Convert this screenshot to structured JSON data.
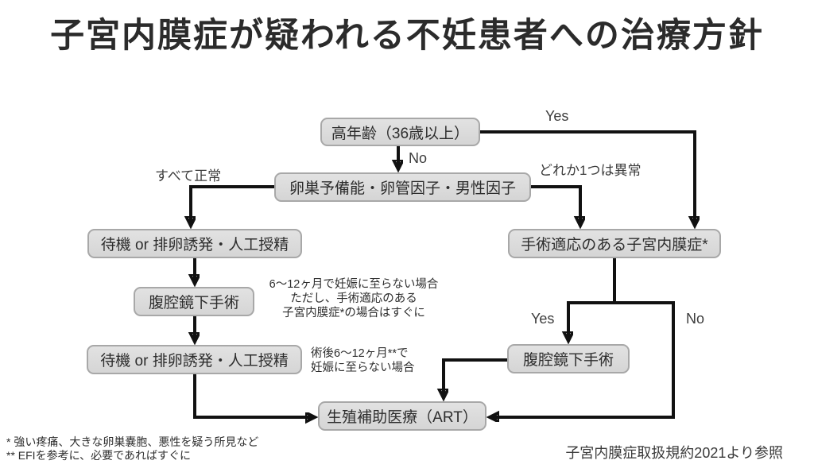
{
  "title": "子宮内膜症が疑われる不妊患者への治療方針",
  "nodes": {
    "age": {
      "label": "高年齢（36歳以上）"
    },
    "factors": {
      "label": "卵巣予備能・卵管因子・男性因子"
    },
    "wait_first": {
      "label": "待機 or 排卵誘発・人工授精"
    },
    "laparoscopy_left": {
      "label": "腹腔鏡下手術"
    },
    "wait_second": {
      "label": "待機 or 排卵誘発・人工授精"
    },
    "surgical_endometriosis": {
      "label": "手術適応のある子宮内膜症*"
    },
    "laparoscopy_right": {
      "label": "腹腔鏡下手術"
    },
    "art": {
      "label": "生殖補助医療（ART）"
    }
  },
  "edge_labels": {
    "age_yes": "Yes",
    "age_no": "No",
    "all_normal": "すべて正常",
    "one_abnormal": "どれか1つは異常",
    "surgery_yes": "Yes",
    "surgery_no": "No"
  },
  "annotations": {
    "after_wait_first": "6〜12ヶ月で妊娠に至らない場合\nただし、手術適応のある\n子宮内膜症*の場合はすぐに",
    "after_surgery": "術後6〜12ヶ月**で\n妊娠に至らない場合"
  },
  "footnotes": "* 強い疼痛、大きな卵巣嚢胞、悪性を疑う所見など\n** EFIを参考に、必要であればすぐに",
  "citation": "子宮内膜症取扱規約2021より参照",
  "colors": {
    "node_fill": "#d9d9d9",
    "node_border": "#a8a8a8",
    "connector": "#111111"
  }
}
